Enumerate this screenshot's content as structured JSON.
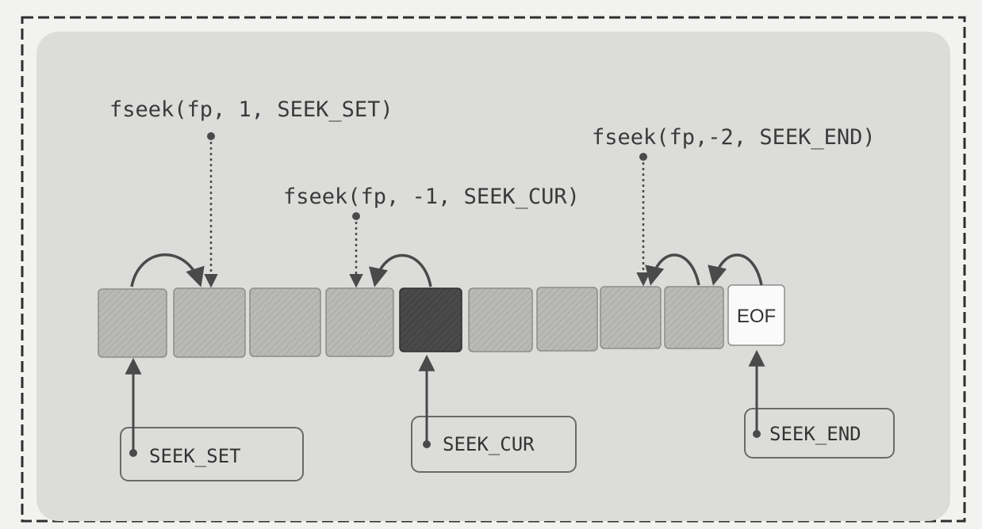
{
  "calls": [
    {
      "id": "set",
      "text": "fseek(fp, 1, SEEK_SET)"
    },
    {
      "id": "cur",
      "text": "fseek(fp, -1, SEEK_CUR)"
    },
    {
      "id": "end",
      "text": "fseek(fp,-2, SEEK_END)"
    }
  ],
  "cells": [
    {
      "shade": "light"
    },
    {
      "shade": "light"
    },
    {
      "shade": "light"
    },
    {
      "shade": "light"
    },
    {
      "shade": "current"
    },
    {
      "shade": "light"
    },
    {
      "shade": "light"
    },
    {
      "shade": "light"
    },
    {
      "shade": "light"
    },
    {
      "shade": "eof",
      "label": "EOF"
    }
  ],
  "origins": [
    {
      "id": "set",
      "label": "SEEK_SET"
    },
    {
      "id": "cur",
      "label": "SEEK_CUR"
    },
    {
      "id": "end",
      "label": "SEEK_END"
    }
  ],
  "colors": {
    "frame_bg": "#dcdcda",
    "cell_fill": "#b9b9b7",
    "current_fill": "#4a4a4a",
    "eof_fill": "#fafafa",
    "line": "#4a4a4a"
  }
}
